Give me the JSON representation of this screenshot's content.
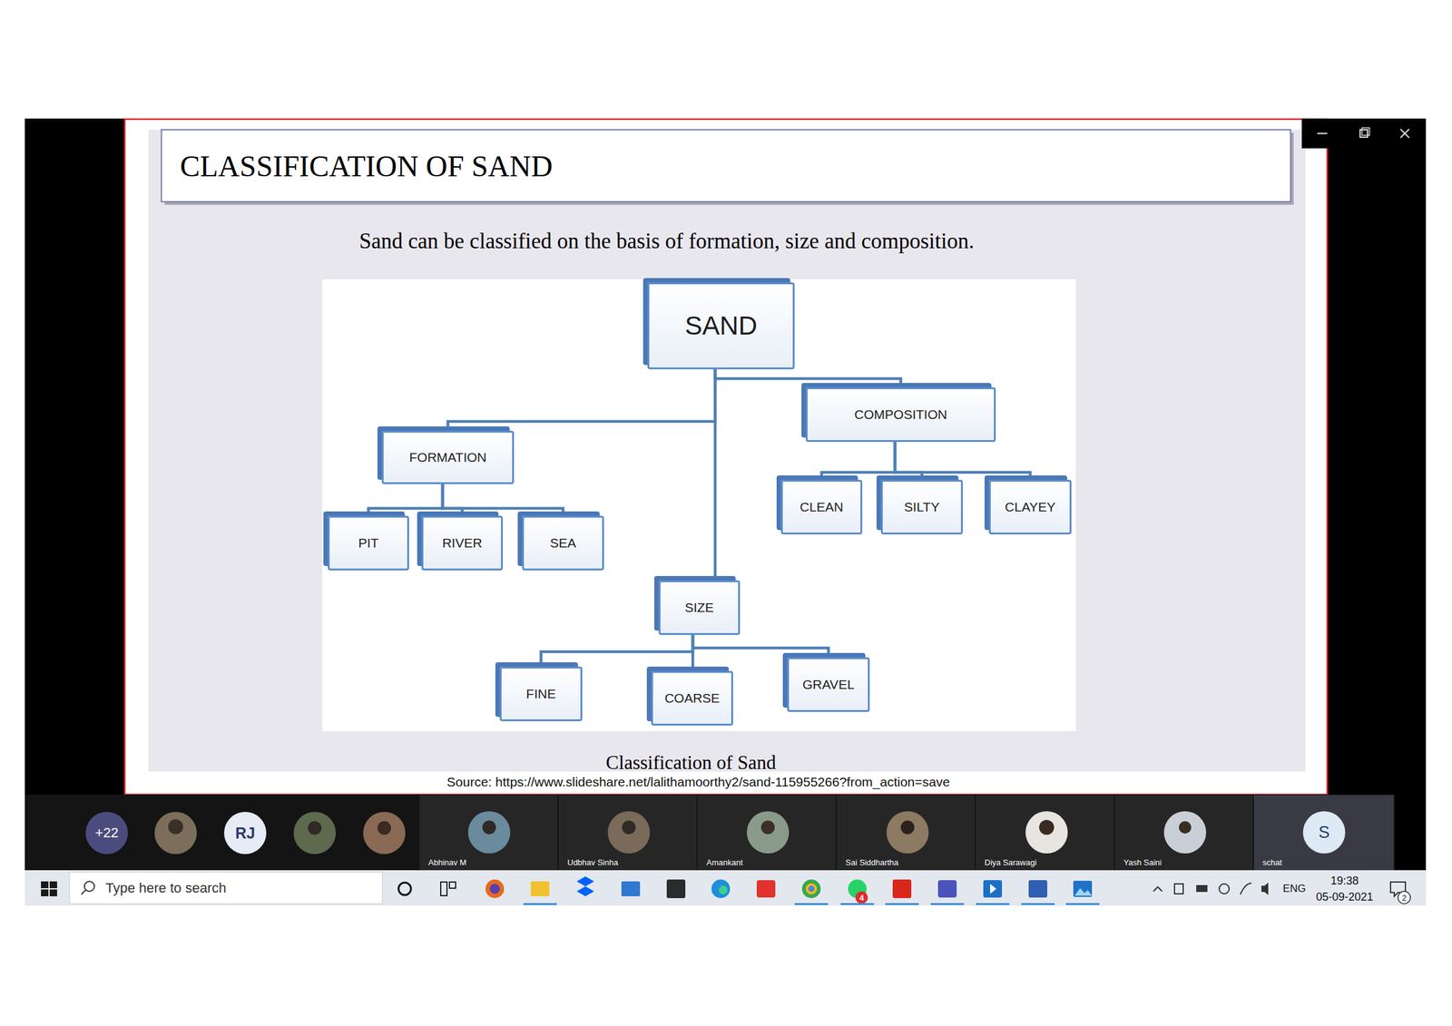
{
  "diagram": {
    "title": "CLASSIFICATION OF SAND",
    "caption": "Classification of Sand",
    "nodes": [
      {
        "text": [
          "SAND"
        ]
      },
      {
        "text": [
          "FORMATION"
        ]
      },
      {
        "text": [
          "COMPOSITION"
        ]
      },
      {
        "text": [
          "PIT"
        ]
      },
      {
        "text": [
          "RIVER"
        ]
      },
      {
        "text": [
          "SEA"
        ]
      },
      {
        "text": [
          "CLEAN"
        ]
      },
      {
        "text": [
          "SILTY"
        ]
      },
      {
        "text": [
          "CLAYEY"
        ]
      },
      {
        "text": [
          "SIZE"
        ]
      },
      {
        "text": [
          "FINE"
        ]
      },
      {
        "text": [
          "COARSE"
        ]
      },
      {
        "text": [
          "GRAVEL"
        ]
      }
    ],
    "edges": [
      {
        "from": 0,
        "to": 1,
        "arrow": "none"
      },
      {
        "from": 0,
        "to": 2,
        "arrow": "none"
      },
      {
        "from": 0,
        "to": 9,
        "arrow": "none"
      },
      {
        "from": 1,
        "to": 3,
        "arrow": "none"
      },
      {
        "from": 1,
        "to": 4,
        "arrow": "none"
      },
      {
        "from": 1,
        "to": 5,
        "arrow": "none"
      },
      {
        "from": 2,
        "to": 6,
        "arrow": "none"
      },
      {
        "from": 2,
        "to": 7,
        "arrow": "none"
      },
      {
        "from": 2,
        "to": 8,
        "arrow": "none"
      },
      {
        "from": 9,
        "to": 10,
        "arrow": "none"
      },
      {
        "from": 9,
        "to": 11,
        "arrow": "none"
      },
      {
        "from": 9,
        "to": 12,
        "arrow": "none"
      }
    ],
    "labels": [
      "Sand can be classified on the basis of formation, size and composition.",
      "Source: https://www.slideshare.net/lalithamoorthy2/sand-115955266?from_action=save",
      "+22",
      "RJ",
      "Abhinav M",
      "Udbhav Sinha",
      "Amankant",
      "Sai Siddhartha",
      "Diya Sarawagi",
      "Yash Saini",
      "S",
      "schat",
      "Type here to search",
      "4",
      "ENG",
      "19:38",
      "05-09-2021",
      "2"
    ]
  }
}
